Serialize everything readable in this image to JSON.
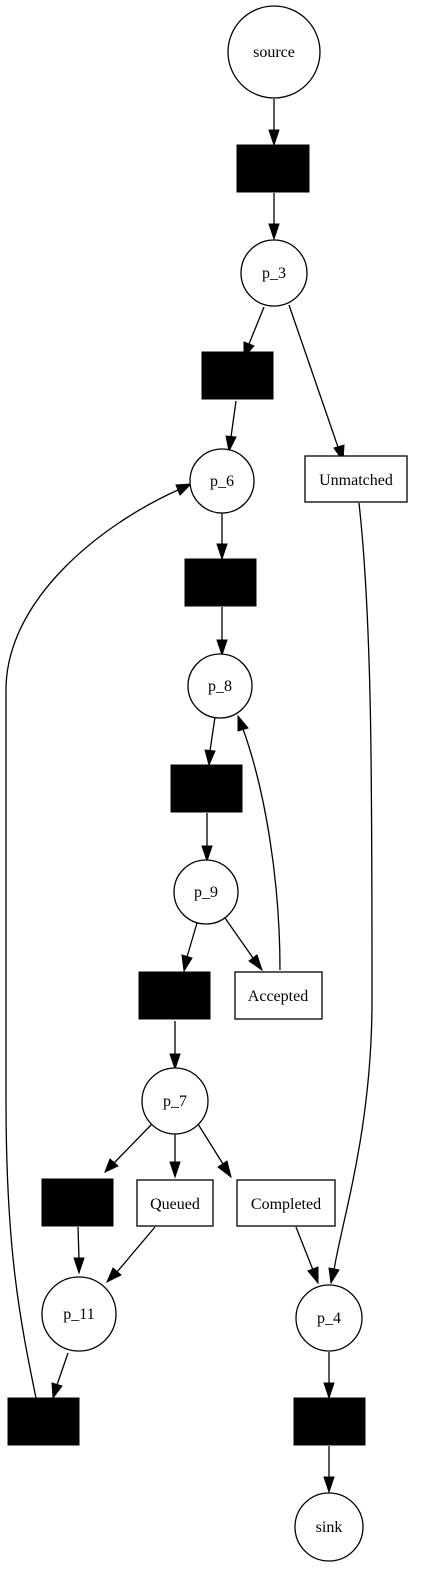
{
  "places": {
    "source": "source",
    "p_3": "p_3",
    "p_6": "p_6",
    "p_8": "p_8",
    "p_9": "p_9",
    "p_7": "p_7",
    "p_11": "p_11",
    "p_4": "p_4",
    "sink": "sink"
  },
  "transitions": {
    "unmatched": "Unmatched",
    "accepted": "Accepted",
    "queued": "Queued",
    "completed": "Completed"
  }
}
